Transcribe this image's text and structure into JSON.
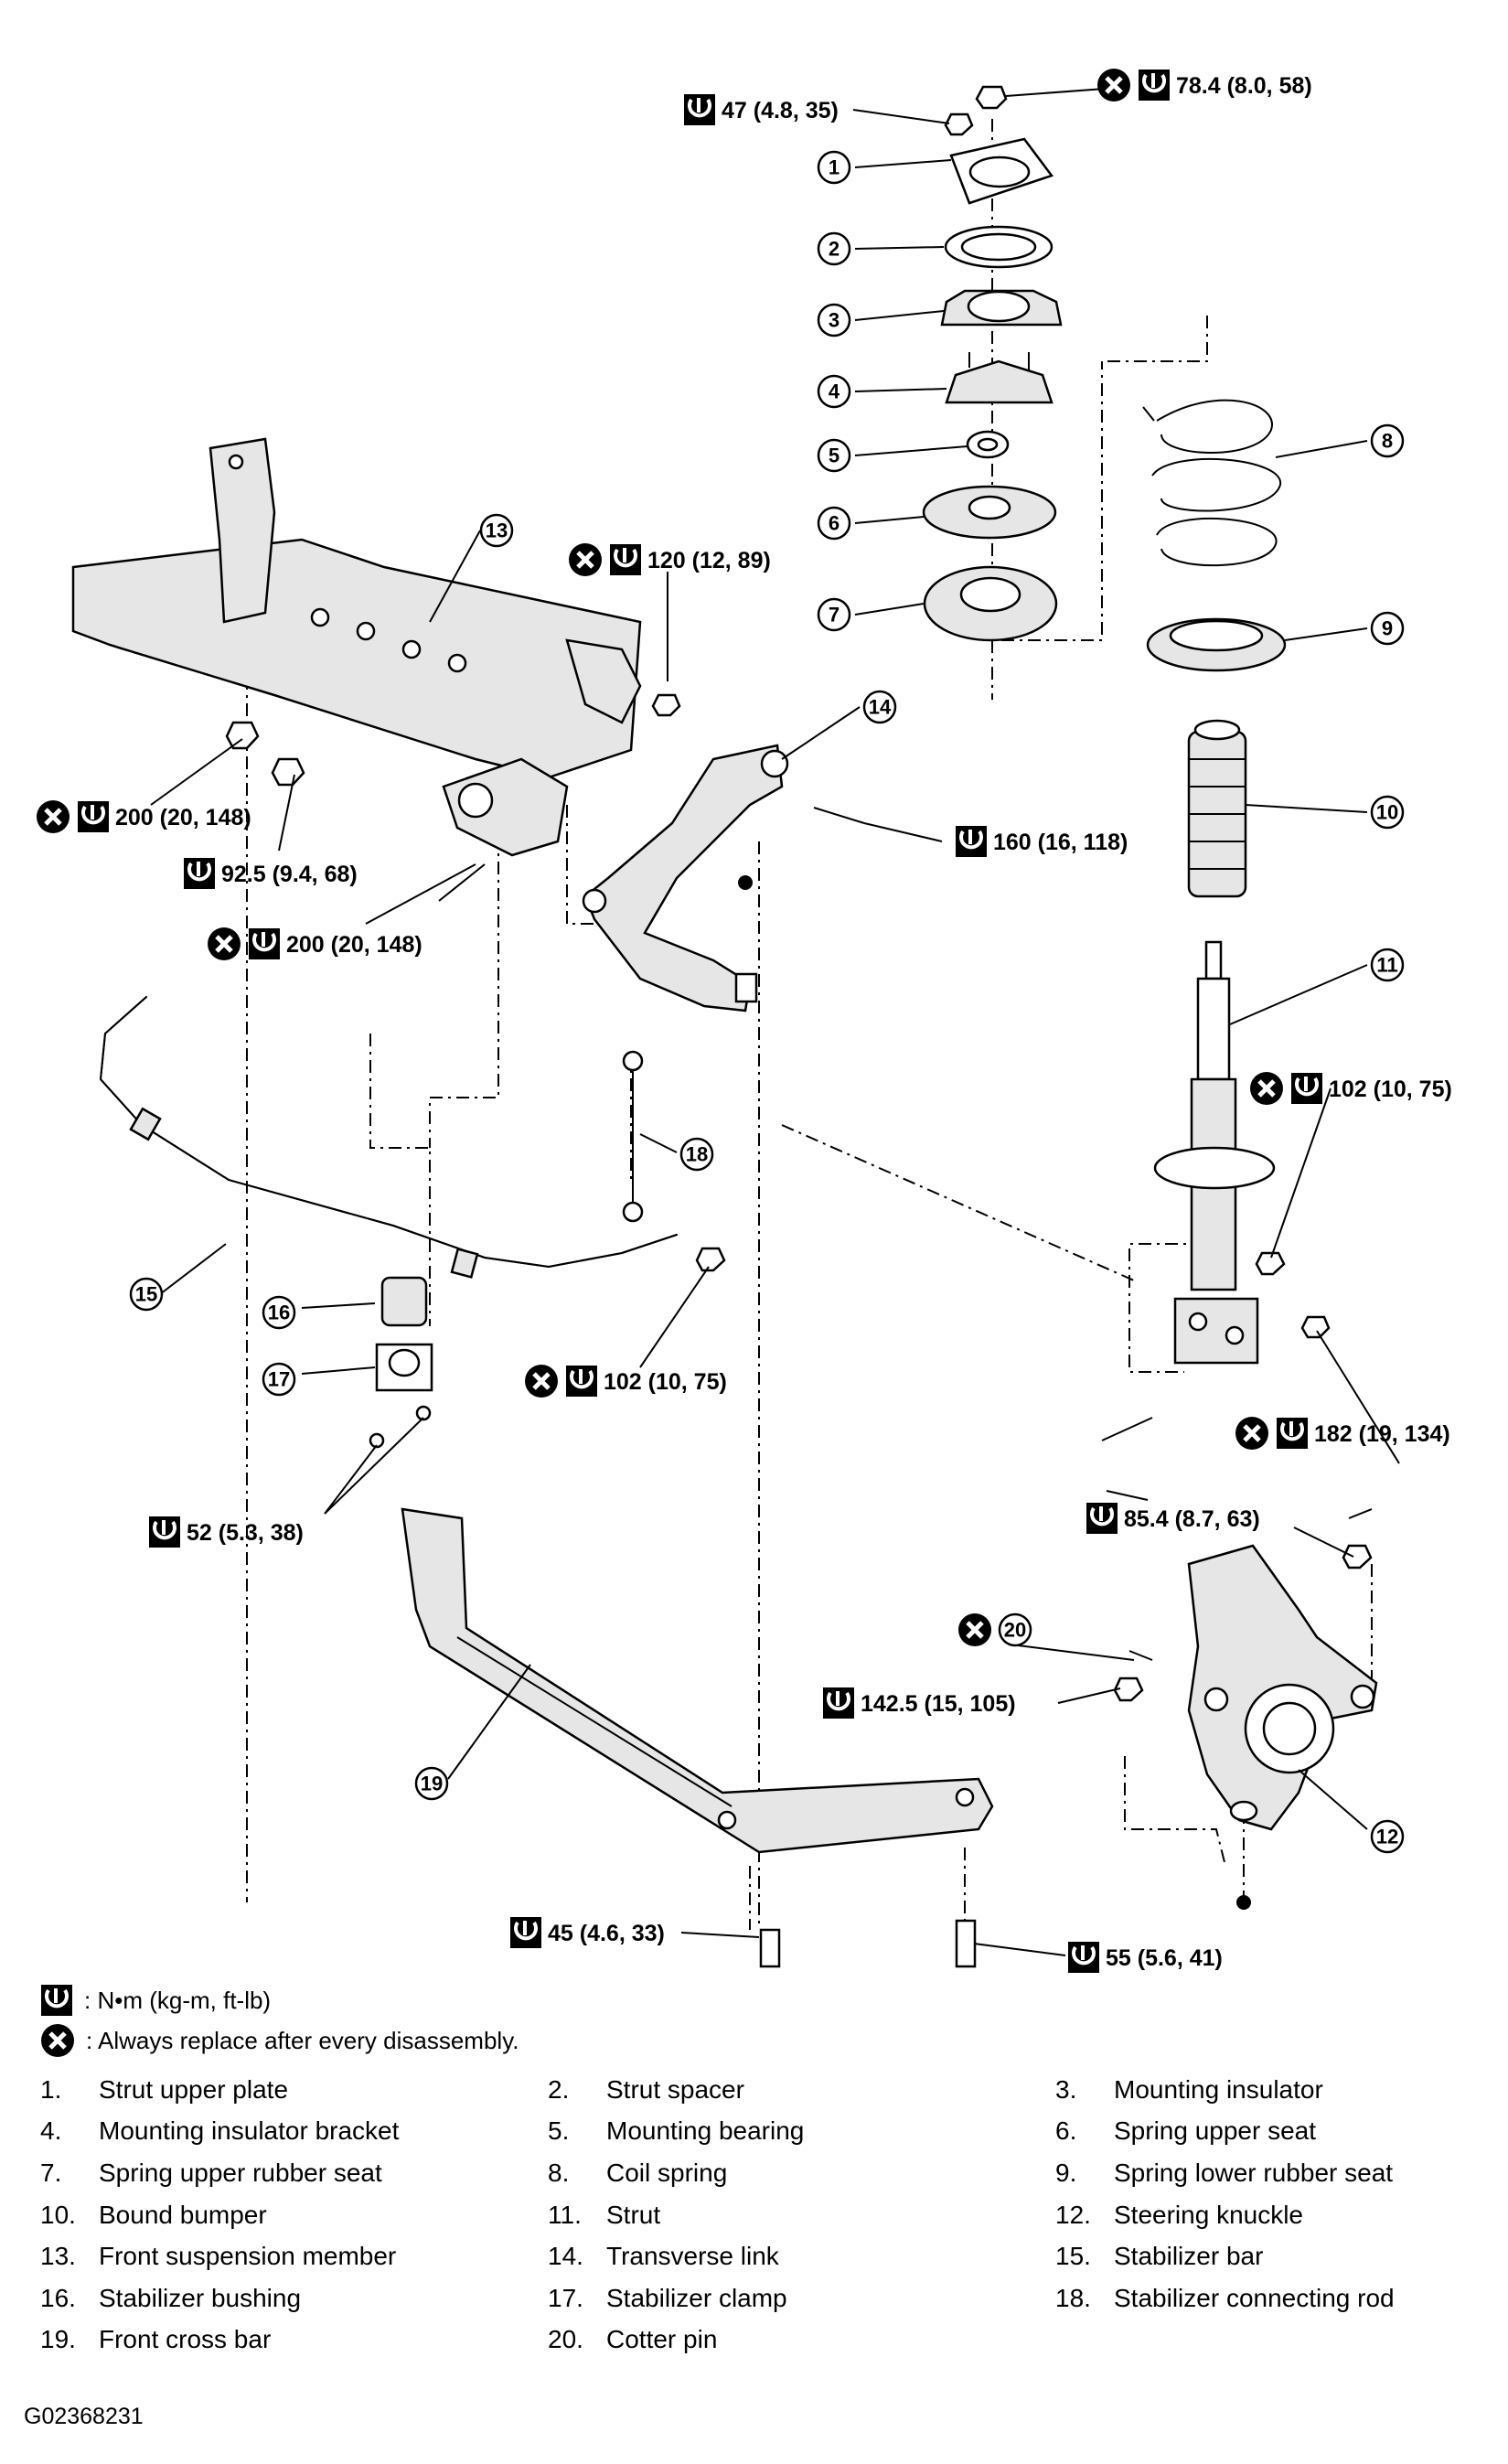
{
  "torque_labels": [
    {
      "id": "t_47",
      "text": "47 (4.8, 35)",
      "replace": false
    },
    {
      "id": "t_78",
      "text": "78.4 (8.0, 58)",
      "replace": true
    },
    {
      "id": "t_120",
      "text": "120 (12, 89)",
      "replace": true
    },
    {
      "id": "t_200a",
      "text": "200 (20, 148)",
      "replace": true
    },
    {
      "id": "t_92",
      "text": "92.5 (9.4, 68)",
      "replace": false
    },
    {
      "id": "t_200b",
      "text": "200 (20, 148)",
      "replace": true
    },
    {
      "id": "t_160",
      "text": "160 (16, 118)",
      "replace": false
    },
    {
      "id": "t_102a",
      "text": "102 (10, 75)",
      "replace": true
    },
    {
      "id": "t_102b",
      "text": "102 (10, 75)",
      "replace": true
    },
    {
      "id": "t_182",
      "text": "182 (19, 134)",
      "replace": true
    },
    {
      "id": "t_52",
      "text": "52 (5.3, 38)",
      "replace": false
    },
    {
      "id": "t_85",
      "text": "85.4 (8.7, 63)",
      "replace": false
    },
    {
      "id": "t_142",
      "text": "142.5 (15, 105)",
      "replace": false
    },
    {
      "id": "t_45",
      "text": "45 (4.6, 33)",
      "replace": false
    },
    {
      "id": "t_55",
      "text": "55 (5.6, 41)",
      "replace": false
    }
  ],
  "callout_numbers": [
    "1",
    "2",
    "3",
    "4",
    "5",
    "6",
    "7",
    "8",
    "9",
    "10",
    "11",
    "12",
    "13",
    "14",
    "15",
    "16",
    "17",
    "18",
    "19",
    "20"
  ],
  "legend": {
    "torque_unit": ": N•m (kg-m, ft-lb)",
    "replace_note": ": Always replace after every disassembly."
  },
  "parts": [
    {
      "num": "1.",
      "name": "Strut upper plate"
    },
    {
      "num": "2.",
      "name": "Strut spacer"
    },
    {
      "num": "3.",
      "name": "Mounting insulator"
    },
    {
      "num": "4.",
      "name": "Mounting insulator bracket"
    },
    {
      "num": "5.",
      "name": "Mounting bearing"
    },
    {
      "num": "6.",
      "name": "Spring upper seat"
    },
    {
      "num": "7.",
      "name": "Spring upper rubber seat"
    },
    {
      "num": "8.",
      "name": "Coil spring"
    },
    {
      "num": "9.",
      "name": "Spring lower rubber seat"
    },
    {
      "num": "10.",
      "name": "Bound bumper"
    },
    {
      "num": "11.",
      "name": "Strut"
    },
    {
      "num": "12.",
      "name": "Steering knuckle"
    },
    {
      "num": "13.",
      "name": "Front suspension member"
    },
    {
      "num": "14.",
      "name": "Transverse link"
    },
    {
      "num": "15.",
      "name": "Stabilizer bar"
    },
    {
      "num": "16.",
      "name": "Stabilizer bushing"
    },
    {
      "num": "17.",
      "name": "Stabilizer clamp"
    },
    {
      "num": "18.",
      "name": "Stabilizer connecting rod"
    },
    {
      "num": "19.",
      "name": "Front cross bar"
    },
    {
      "num": "20.",
      "name": "Cotter pin"
    }
  ],
  "figure_id": "G02368231",
  "icons": {
    "torque": "torque-wrench-icon",
    "replace": "replace-x-icon"
  }
}
